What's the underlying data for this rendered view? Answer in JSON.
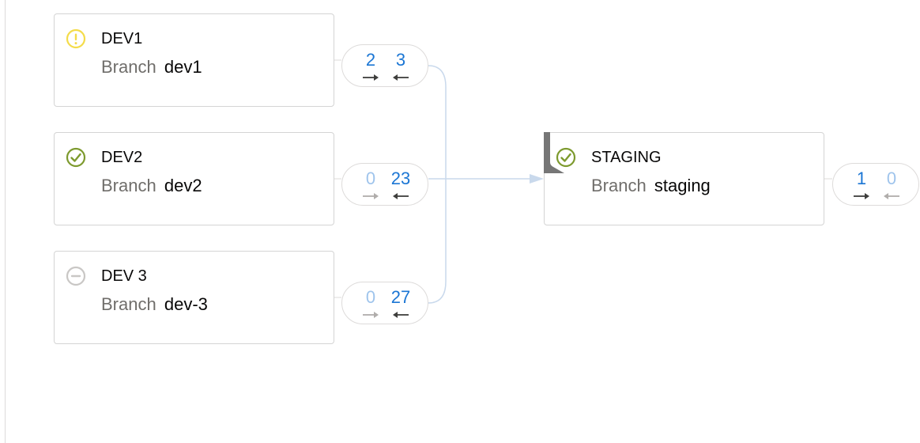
{
  "stages": [
    {
      "id": "dev1",
      "title": "DEV1",
      "branch_label": "Branch",
      "branch_name": "dev1",
      "status": "warning",
      "status_icon": "warning-icon",
      "ahead": "2",
      "behind": "3"
    },
    {
      "id": "dev2",
      "title": "DEV2",
      "branch_label": "Branch",
      "branch_name": "dev2",
      "status": "success",
      "status_icon": "check-circle-icon",
      "ahead": "0",
      "behind": "23"
    },
    {
      "id": "dev3",
      "title": "DEV 3",
      "branch_label": "Branch",
      "branch_name": "dev-3",
      "status": "inactive",
      "status_icon": "minus-circle-icon",
      "ahead": "0",
      "behind": "27"
    },
    {
      "id": "staging",
      "title": "STAGING",
      "branch_label": "Branch",
      "branch_name": "staging",
      "status": "success",
      "status_icon": "check-circle-icon",
      "ahead": "1",
      "behind": "0"
    }
  ],
  "colors": {
    "warning": "#f4dc4a",
    "success": "#7d9a2e",
    "inactive": "#c9c7c5",
    "count_active": "#1b76d4",
    "count_zero": "#9fc4ec",
    "connector": "#c9d9ec",
    "corner_tab": "#767676"
  }
}
